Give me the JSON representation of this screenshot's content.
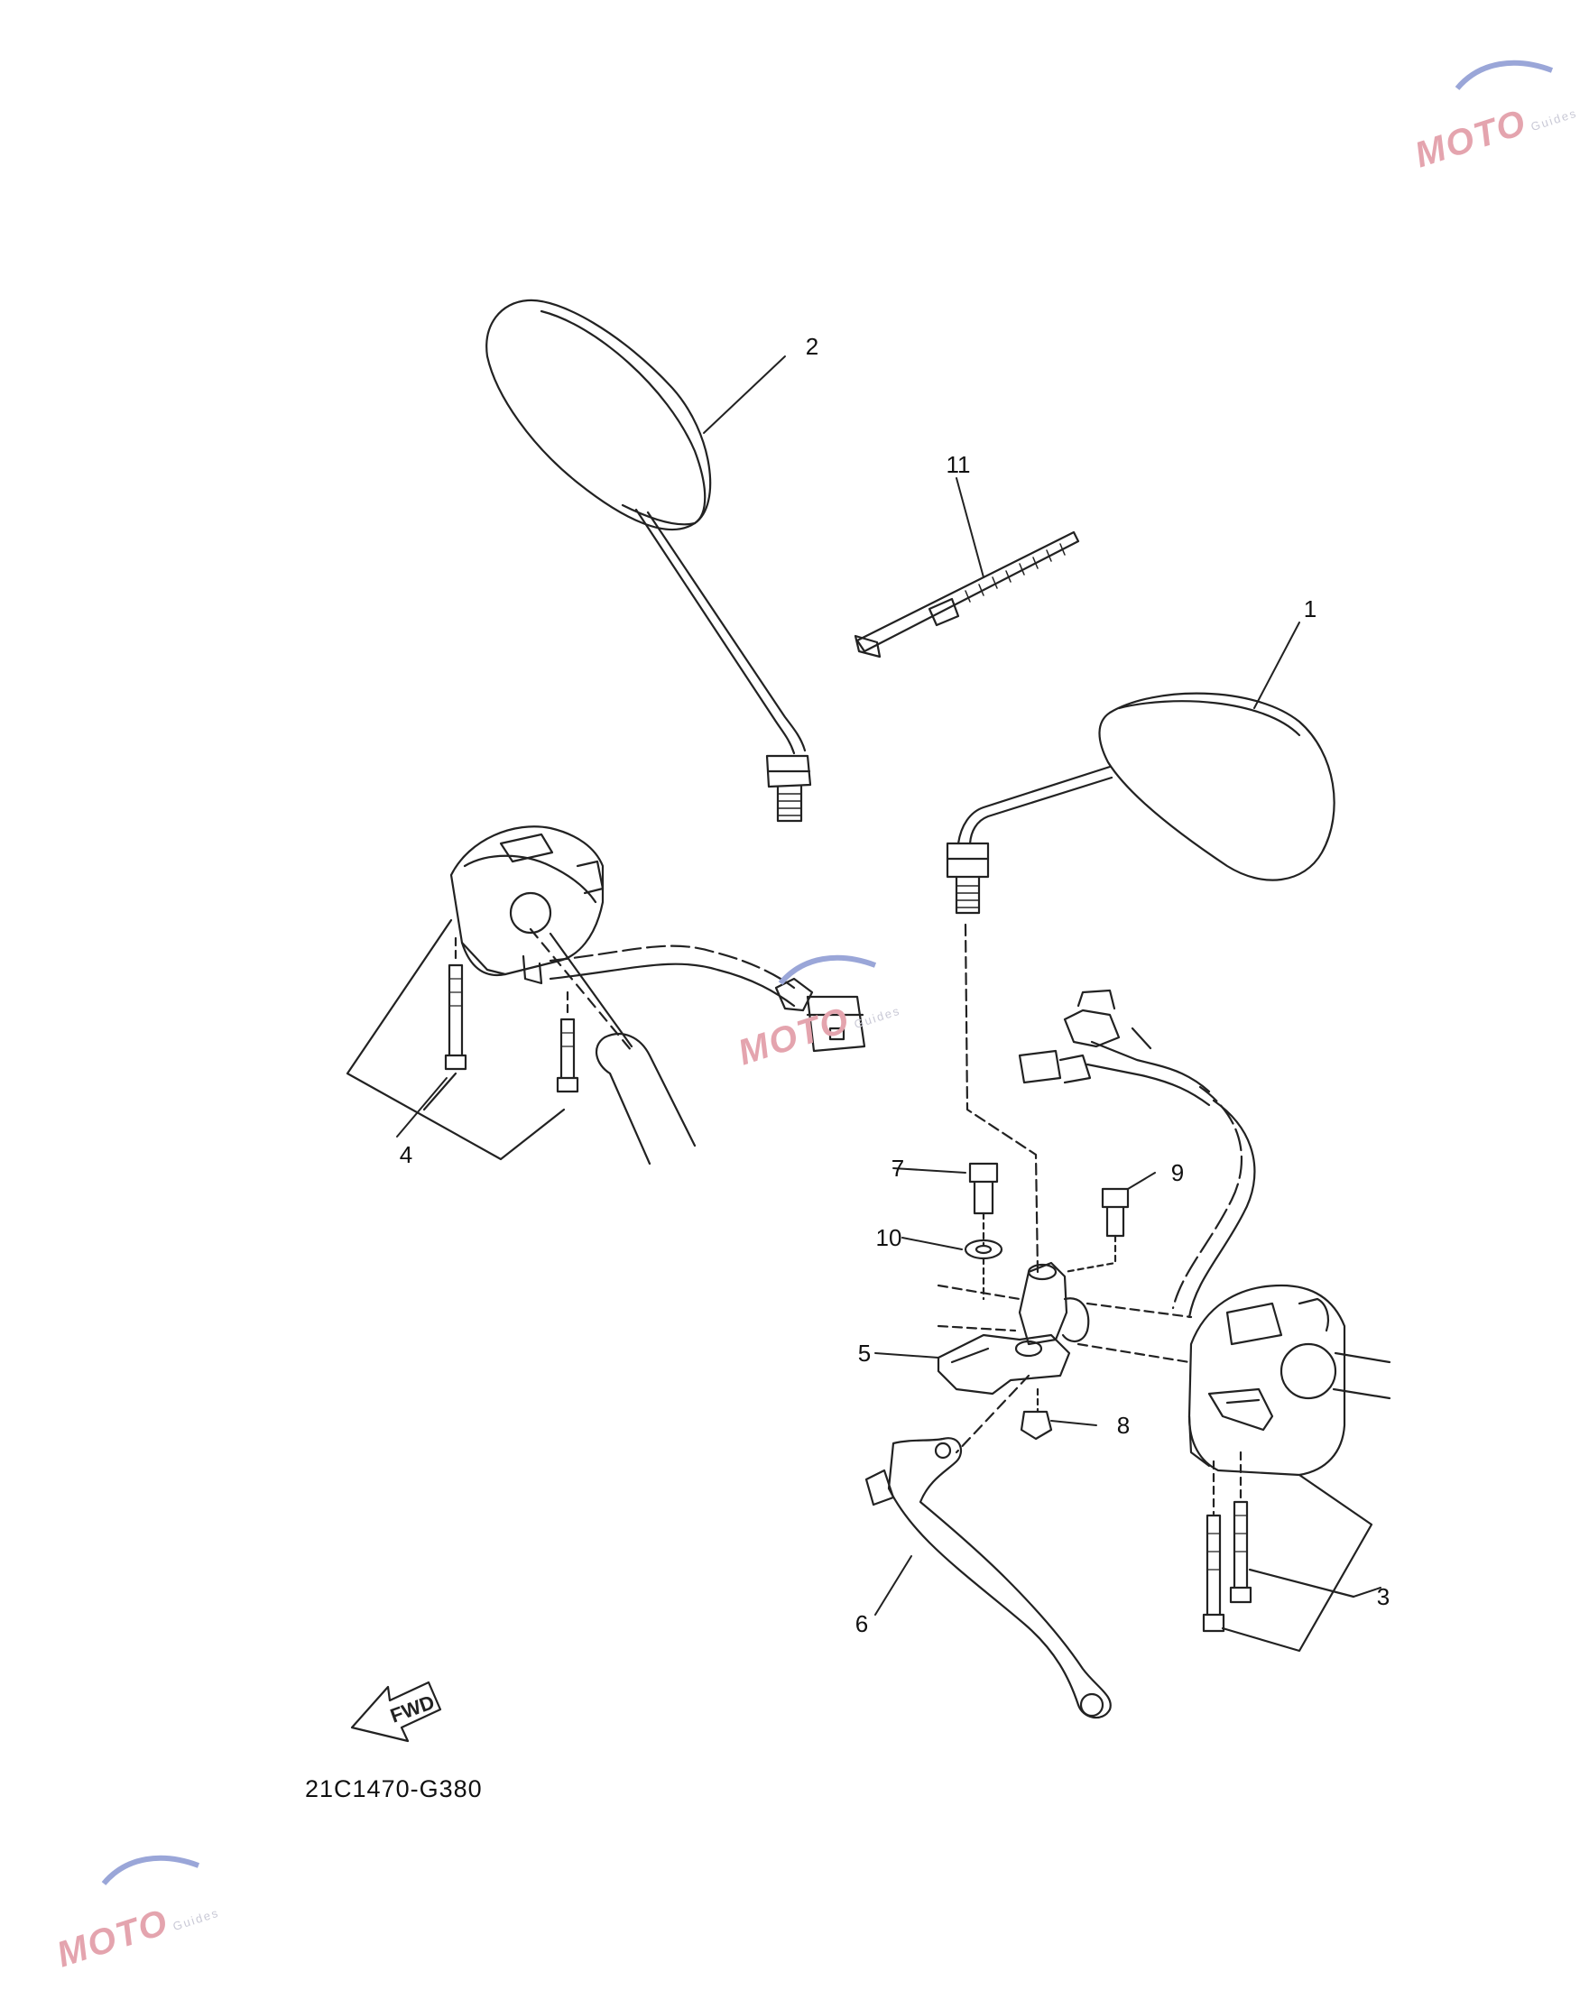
{
  "diagram": {
    "drawing_code": "21C1470-G380",
    "direction_label": "FWD",
    "callouts": [
      "1",
      "2",
      "3",
      "4",
      "5",
      "6",
      "7",
      "8",
      "9",
      "10",
      "11"
    ]
  },
  "watermark": {
    "brand": "MOTO",
    "sub": "Guides"
  },
  "colors": {
    "line": "#222222",
    "watermark_pink": "#e4a4ae",
    "watermark_blue": "#9aa6d8"
  }
}
